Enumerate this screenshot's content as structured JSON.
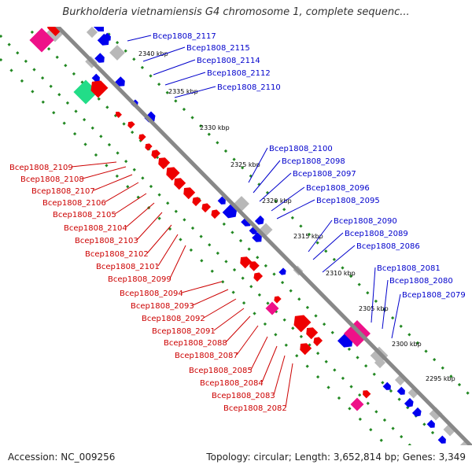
{
  "map": {
    "title": "Burkholderia vietnamiensis G4 chromosome 1, complete sequenc...",
    "accession": "Accession: NC_009256",
    "stats": "Topology: circular; Length: 3,652,814 bp; Genes: 3,349"
  },
  "colors": {
    "forward_cds": "#0000ee",
    "reverse_cds": "#ee0000",
    "rna": "#ee1188",
    "trna": "#22dd88",
    "other": "#b8b8b8",
    "backbone": "#888888",
    "gc_dots": "#228822",
    "forward_label": "#0000cc",
    "reverse_label": "#cc0000"
  },
  "kbp_ticks": [
    "2340 kbp",
    "2335 kbp",
    "2330 kbp",
    "2325 kbp",
    "2320 kbp",
    "2315 kbp",
    "2310 kbp",
    "2305 kbp",
    "2300 kbp",
    "2295 kbp"
  ],
  "forward_labels": [
    "Bcep1808_2117",
    "Bcep1808_2115",
    "Bcep1808_2114",
    "Bcep1808_2112",
    "Bcep1808_2110",
    "Bcep1808_2100",
    "Bcep1808_2098",
    "Bcep1808_2097",
    "Bcep1808_2096",
    "Bcep1808_2095",
    "Bcep1808_2090",
    "Bcep1808_2089",
    "Bcep1808_2086",
    "Bcep1808_2081",
    "Bcep1808_2080",
    "Bcep1808_2079"
  ],
  "reverse_labels": [
    "Bcep1808_2109",
    "Bcep1808_2108",
    "Bcep1808_2107",
    "Bcep1808_2106",
    "Bcep1808_2105",
    "Bcep1808_2104",
    "Bcep1808_2103",
    "Bcep1808_2102",
    "Bcep1808_2101",
    "Bcep1808_2099",
    "Bcep1808_2094",
    "Bcep1808_2093",
    "Bcep1808_2092",
    "Bcep1808_2091",
    "Bcep1808_2088",
    "Bcep1808_2087",
    "Bcep1808_2085",
    "Bcep1808_2084",
    "Bcep1808_2083",
    "Bcep1808_2082"
  ]
}
